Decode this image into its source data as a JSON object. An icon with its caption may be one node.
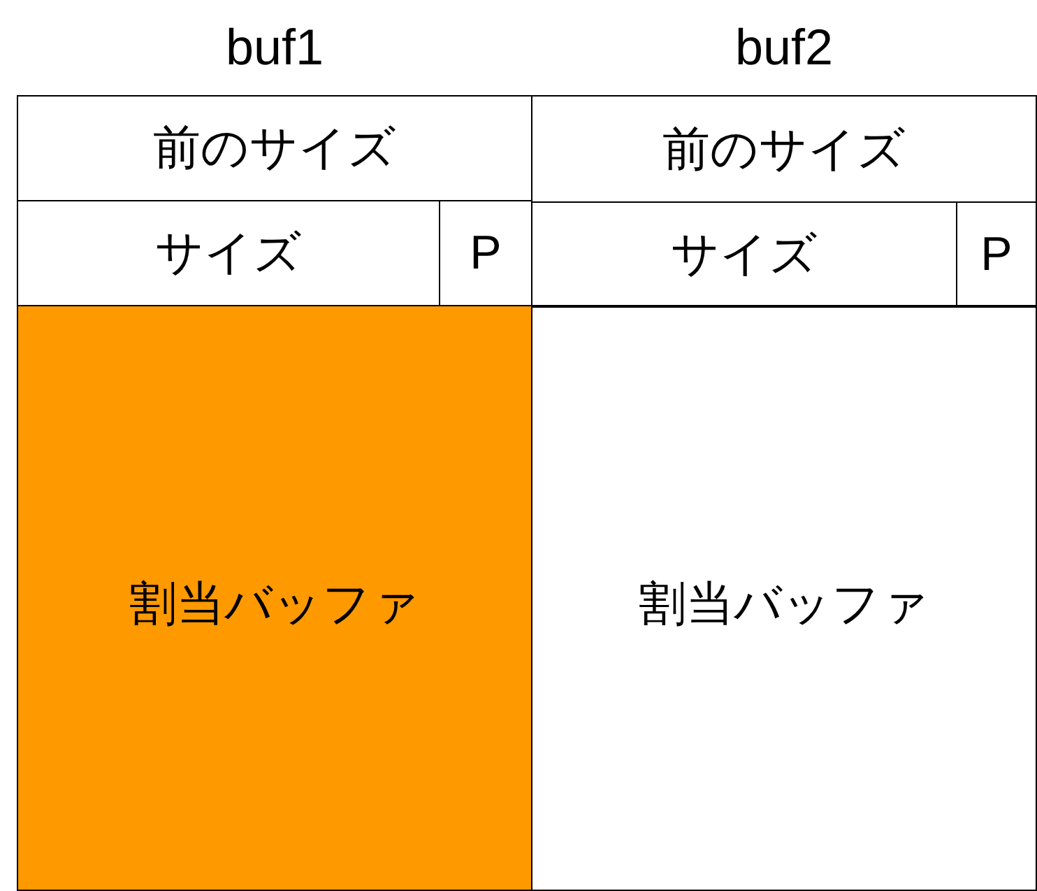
{
  "diagram": {
    "nodes": [
      {
        "text": [
          "buf1"
        ]
      },
      {
        "text": [
          "前のサイズ"
        ],
        "in": 0
      },
      {
        "text": [
          "サイズ"
        ],
        "in": 0
      },
      {
        "text": [
          "P"
        ],
        "in": 0
      },
      {
        "text": [
          "割当バッファ"
        ],
        "in": 0
      },
      {
        "text": [
          "buf2"
        ]
      },
      {
        "text": [
          "前のサイズ"
        ],
        "in": 5
      },
      {
        "text": [
          "サイズ"
        ],
        "in": 5
      },
      {
        "text": [
          "P"
        ],
        "in": 5
      },
      {
        "text": [
          "割当バッファ"
        ],
        "in": 5
      }
    ]
  }
}
